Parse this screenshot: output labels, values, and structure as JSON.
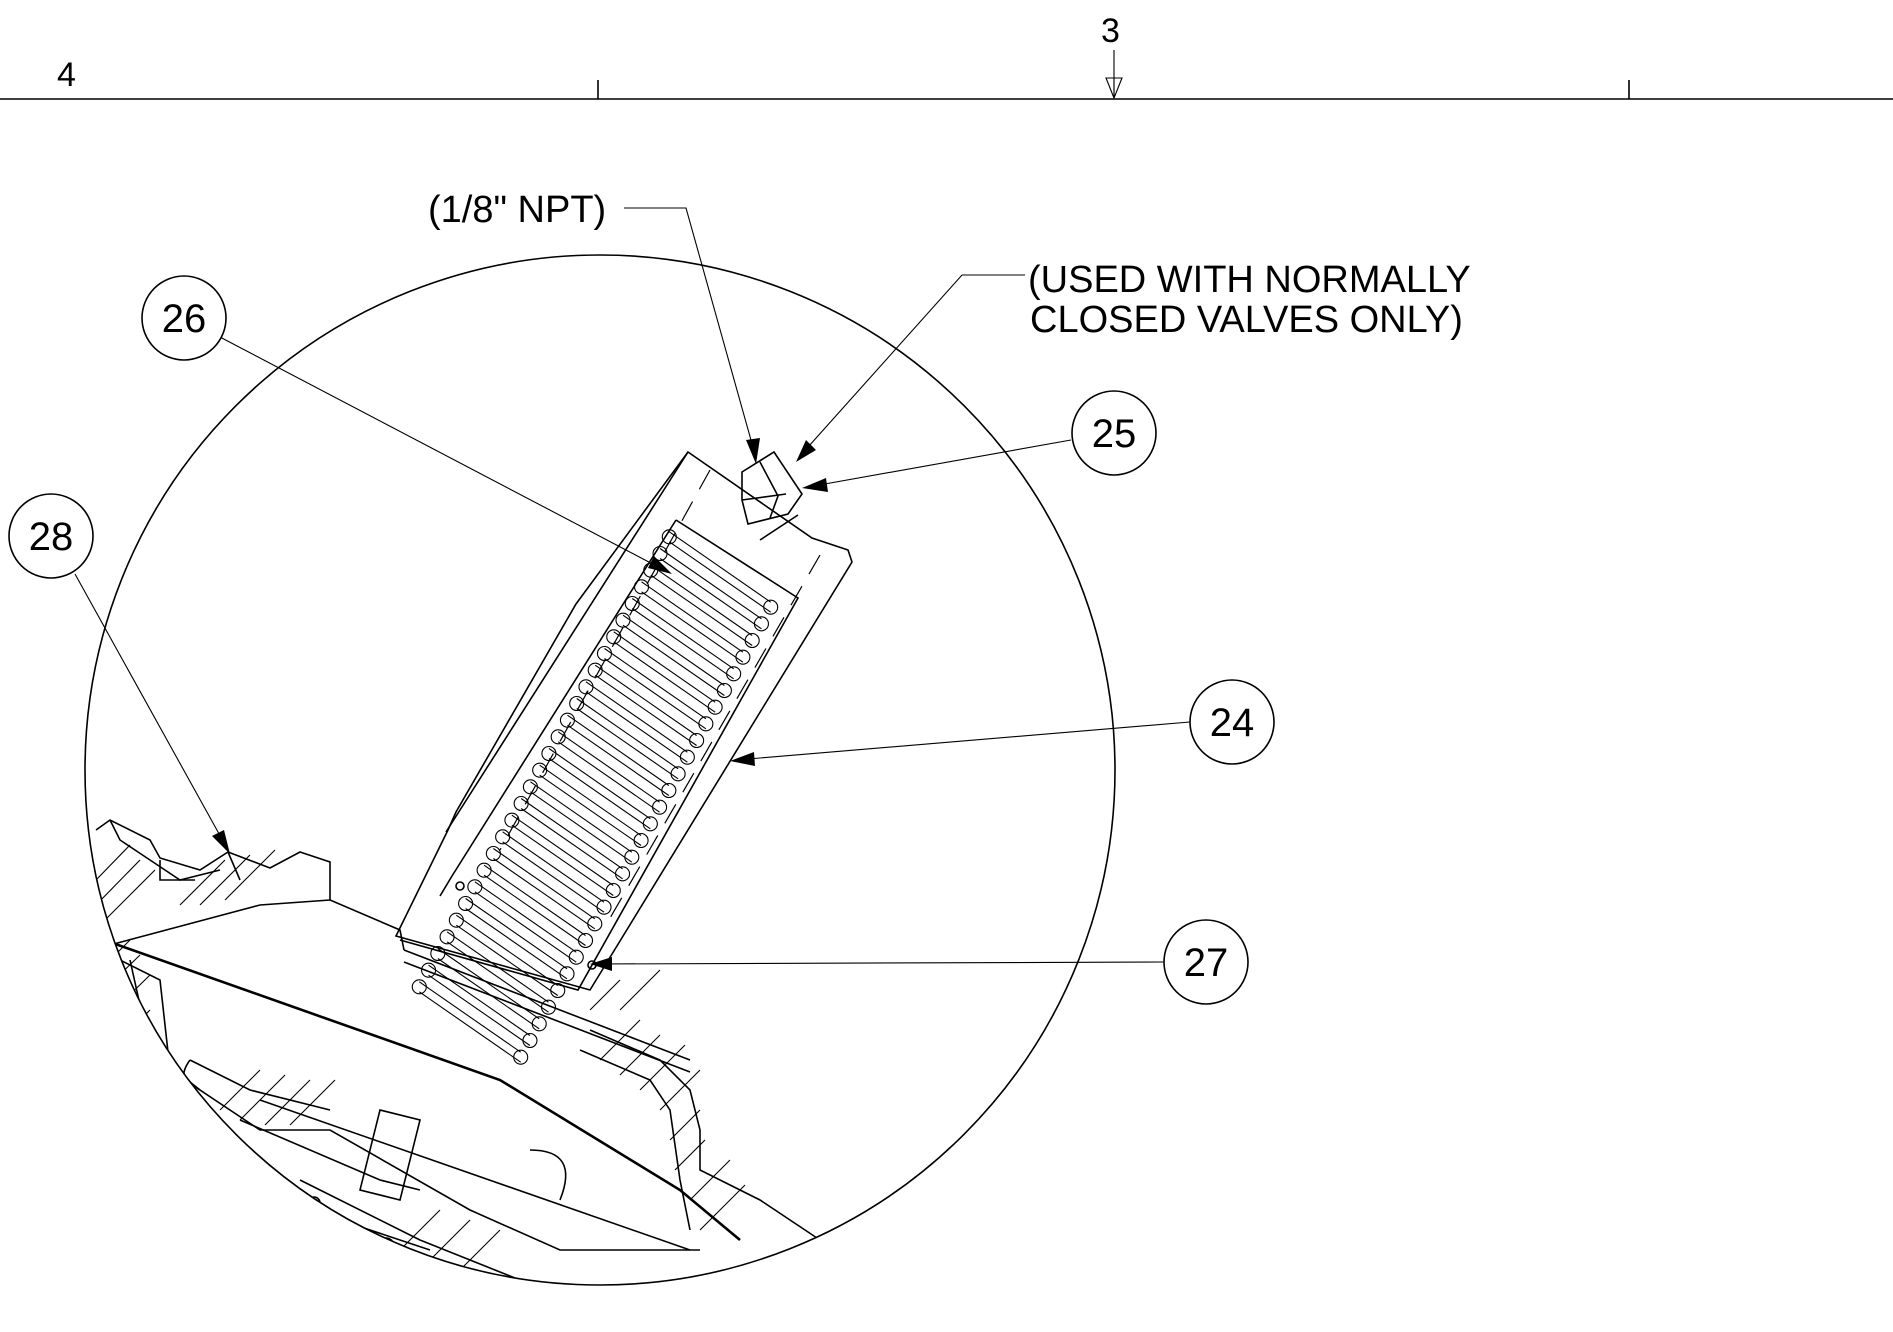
{
  "zones": {
    "left": "4",
    "center": "3"
  },
  "notes": {
    "npt": "(1/8\" NPT)",
    "normally_closed_line1": "(USED WITH NORMALLY",
    "normally_closed_line2": "CLOSED VALVES ONLY)"
  },
  "balloons": [
    {
      "id": "balloon-26",
      "label": "26"
    },
    {
      "id": "balloon-25",
      "label": "25"
    },
    {
      "id": "balloon-28",
      "label": "28"
    },
    {
      "id": "balloon-24",
      "label": "24"
    },
    {
      "id": "balloon-27",
      "label": "27"
    }
  ]
}
